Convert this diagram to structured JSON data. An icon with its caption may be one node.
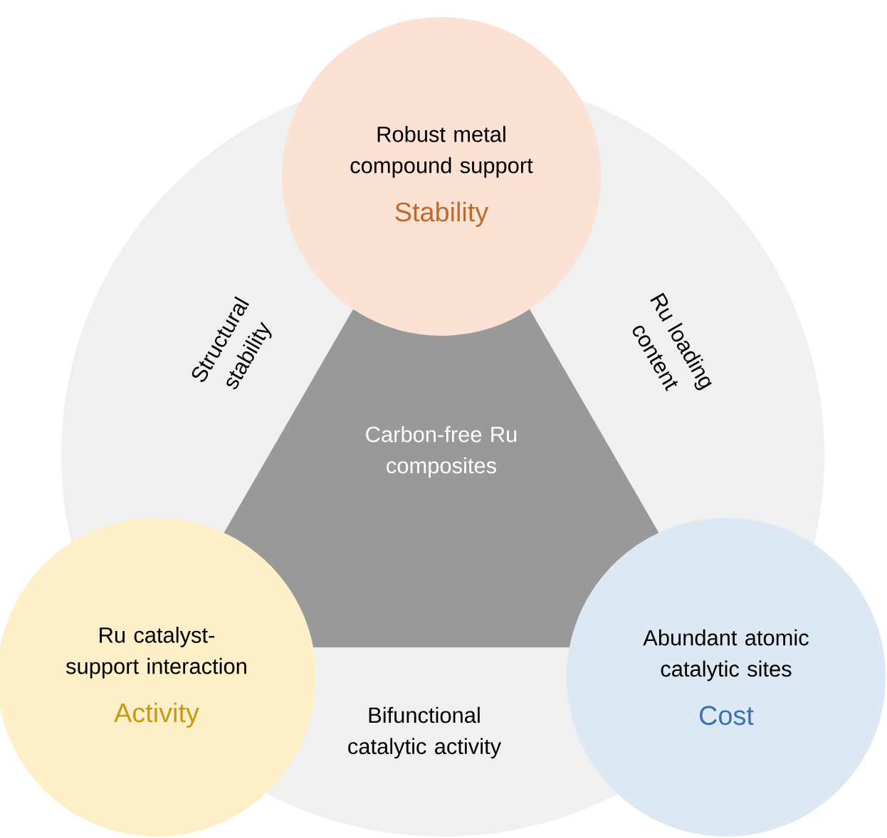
{
  "diagram": {
    "nodes": [
      {
        "text": [
          "Carbon-free Ru composites"
        ]
      },
      {
        "text": [
          "Robust metal compound support",
          "Stability"
        ]
      },
      {
        "text": [
          "Ru catalyst-support interaction",
          "Activity"
        ]
      },
      {
        "text": [
          "Abundant atomic catalytic sites",
          "Cost"
        ]
      }
    ],
    "labels": [
      "Structural stability",
      "Ru loading content",
      "Bifunctional catalytic activity"
    ]
  }
}
